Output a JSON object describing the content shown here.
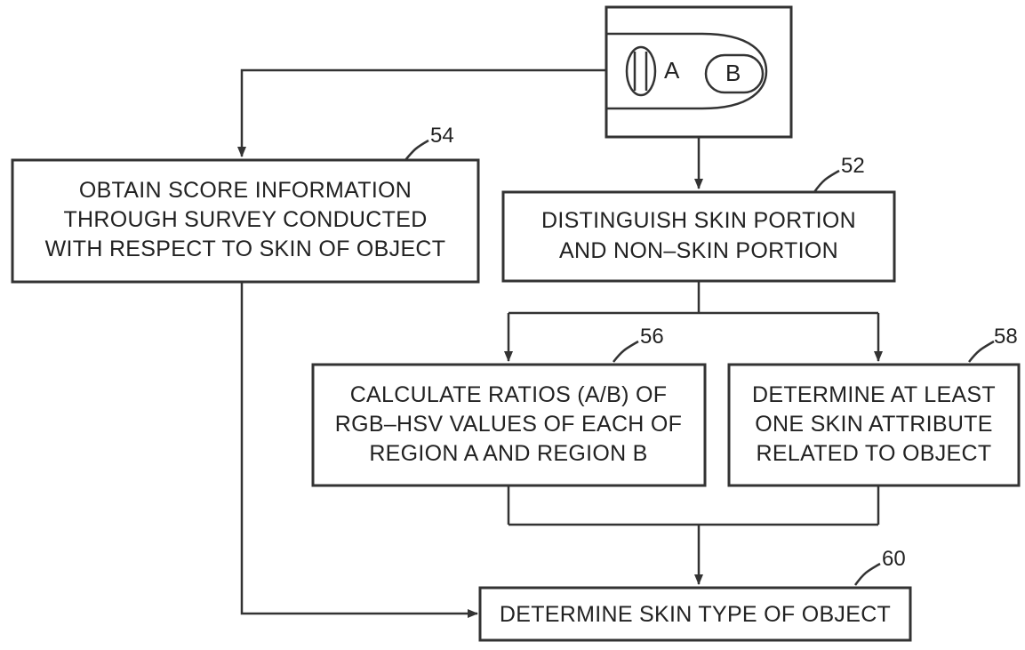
{
  "diagram": {
    "image_panel": {
      "region_a_label": "A",
      "region_b_label": "B"
    },
    "steps": [
      {
        "id": "step-52",
        "ref": "52",
        "lines": [
          "DISTINGUISH SKIN PORTION",
          "AND NON–SKIN PORTION"
        ]
      },
      {
        "id": "step-54",
        "ref": "54",
        "lines": [
          "OBTAIN SCORE INFORMATION",
          "THROUGH SURVEY CONDUCTED",
          "WITH RESPECT TO SKIN OF OBJECT"
        ]
      },
      {
        "id": "step-56",
        "ref": "56",
        "lines": [
          "CALCULATE RATIOS (A/B) OF",
          "RGB–HSV VALUES OF EACH OF",
          "REGION A AND REGION B"
        ]
      },
      {
        "id": "step-58",
        "ref": "58",
        "lines": [
          "DETERMINE AT LEAST",
          "ONE SKIN ATTRIBUTE",
          "RELATED TO OBJECT"
        ]
      },
      {
        "id": "step-60",
        "ref": "60",
        "lines": [
          "DETERMINE SKIN TYPE OF OBJECT"
        ]
      }
    ]
  }
}
